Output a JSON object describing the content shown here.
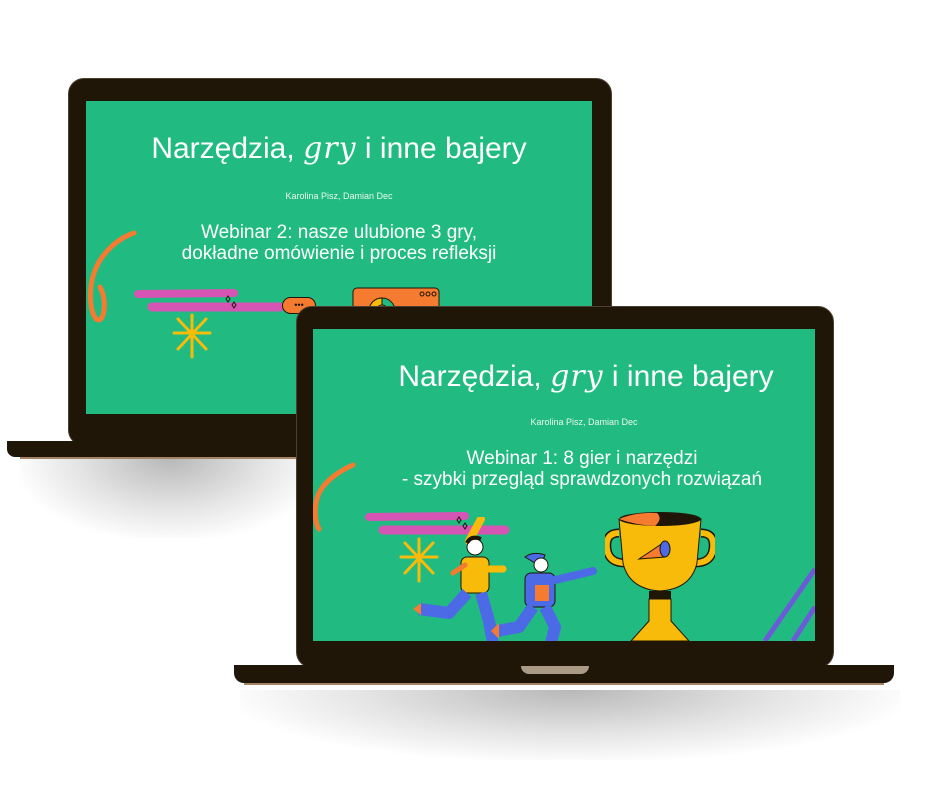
{
  "colors": {
    "slide_bg": "#21bb82",
    "laptop_body": "#1f1608",
    "laptop_trim": "#a58466",
    "notch": "#ab9a85",
    "accent_orange": "#f47b2f",
    "accent_pink": "#d654b4",
    "accent_yellow": "#f8bb0a",
    "accent_blue": "#4c69e6",
    "accent_purple": "#6b5bd8"
  },
  "laptop_back": {
    "slide": {
      "title_part1": "Narzędzia,",
      "title_highlight": "gry",
      "title_part2": "i inne bajery",
      "authors": "Karolina Pisz, Damian Dec",
      "subtitle_line1": "Webinar 2: nasze ulubione 3 gry,",
      "subtitle_line2": "dokładne omówienie i proces refleksji",
      "chat_bubble_dots": "•••"
    }
  },
  "laptop_front": {
    "slide": {
      "title_part1": "Narzędzia,",
      "title_highlight": "gry",
      "title_part2": "i inne bajery",
      "authors": "Karolina Pisz, Damian Dec",
      "subtitle_line1": "Webinar 1: 8 gier i narzędzi",
      "subtitle_line2": "- szybki przegląd sprawdzonych rozwiązań"
    }
  }
}
